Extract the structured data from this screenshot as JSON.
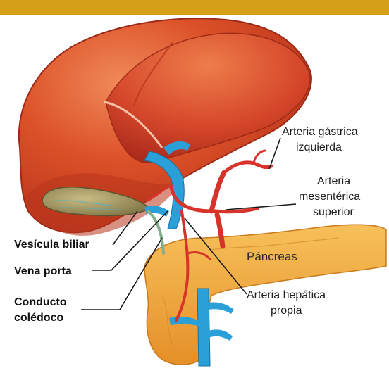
{
  "colors": {
    "top_bar": "#d4a017",
    "liver": "#d84a23",
    "liver_highlight": "#ee7a4a",
    "liver_shadow": "#a52a14",
    "gallbladder": "#a89a5e",
    "pancreas": "#f2a93b",
    "portal_vein": "#2a9fd8",
    "arteries": "#d8332a",
    "leader_line": "#1a1a1a"
  },
  "labels": {
    "arteria_gastrica_1": "Arteria gástrica",
    "arteria_gastrica_2": "izquierda",
    "arteria_mesenterica_1": "Arteria",
    "arteria_mesenterica_2": "mesentérica",
    "arteria_mesenterica_3": "superior",
    "pancreas": "Páncreas",
    "arteria_hepatica_1": "Arteria hepática",
    "arteria_hepatica_2": "propia",
    "vesicula_biliar": "Vesícula biliar",
    "vena_porta": "Vena porta",
    "conducto_1": "Conducto",
    "conducto_2": "colédoco"
  }
}
